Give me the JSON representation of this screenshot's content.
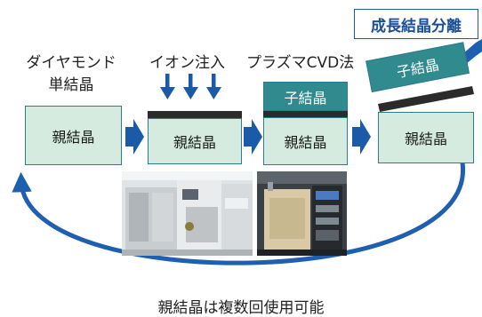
{
  "labels": {
    "diamond_line1": "ダイヤモンド",
    "diamond_line2": "単結晶",
    "ion": "イオン注入",
    "plasma": "プラズマCVD法",
    "separation": "成長結晶分離",
    "reuse": "親結晶は複数回使用可能"
  },
  "boxes": {
    "parent_1": "親結晶",
    "parent_2": "親結晶",
    "parent_3": "親結晶",
    "parent_4": "親結晶",
    "child_3": "子結晶",
    "child_4": "子結晶"
  },
  "colors": {
    "box_fill": "#d5ebdf",
    "box_border": "#2c7b8f",
    "child_fill": "#2f8b8e",
    "arrow_blue": "#1a5aa6",
    "cycle_blue": "#1f5fb0"
  }
}
